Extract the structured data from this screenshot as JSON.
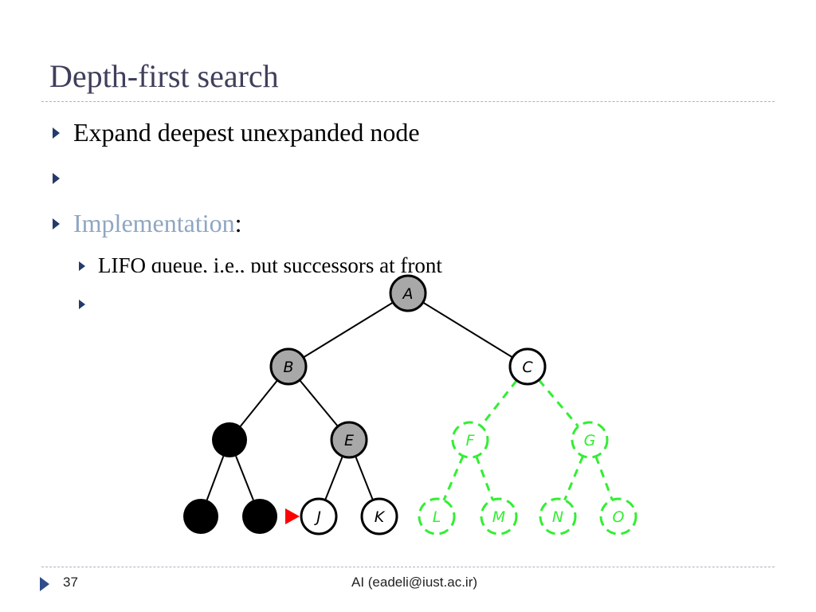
{
  "slide": {
    "title": "Depth-first search",
    "bullets": [
      {
        "text": "Expand deepest unexpanded node"
      },
      {
        "text": ""
      },
      {
        "accent_text": "Implementation",
        "text": ":"
      }
    ],
    "sub_bullets": [
      {
        "text": "LIFO queue, i.e., put successors at front"
      },
      {
        "text": ""
      }
    ],
    "footer": {
      "page_number": "37",
      "text": "AI (eadeli@iust.ac.ir)"
    }
  },
  "colors": {
    "title": "#3f3f5c",
    "bullet_arrow": "#243a6b",
    "accent": "#8fa6c2",
    "expanded": "#a8a8a8",
    "fringe": "#ffffff",
    "removed": "#000000",
    "unexplored": "#33ee33",
    "marker": "#ff0000"
  },
  "tree": {
    "nodes": [
      {
        "id": "A",
        "label": "A",
        "state": "expanded"
      },
      {
        "id": "B",
        "label": "B",
        "state": "expanded"
      },
      {
        "id": "C",
        "label": "C",
        "state": "fringe"
      },
      {
        "id": "D",
        "label": "",
        "state": "removed"
      },
      {
        "id": "E",
        "label": "E",
        "state": "expanded"
      },
      {
        "id": "F",
        "label": "F",
        "state": "unexplored"
      },
      {
        "id": "G",
        "label": "G",
        "state": "unexplored"
      },
      {
        "id": "H",
        "label": "",
        "state": "removed"
      },
      {
        "id": "I",
        "label": "",
        "state": "removed"
      },
      {
        "id": "J",
        "label": "J",
        "state": "fringe",
        "marked": true
      },
      {
        "id": "K",
        "label": "K",
        "state": "fringe"
      },
      {
        "id": "L",
        "label": "L",
        "state": "unexplored"
      },
      {
        "id": "M",
        "label": "M",
        "state": "unexplored"
      },
      {
        "id": "N",
        "label": "N",
        "state": "unexplored"
      },
      {
        "id": "O",
        "label": "O",
        "state": "unexplored"
      }
    ],
    "edges": [
      {
        "from": "A",
        "to": "B",
        "state": "solid"
      },
      {
        "from": "A",
        "to": "C",
        "state": "solid"
      },
      {
        "from": "B",
        "to": "D",
        "state": "solid"
      },
      {
        "from": "B",
        "to": "E",
        "state": "solid"
      },
      {
        "from": "C",
        "to": "F",
        "state": "unexplored"
      },
      {
        "from": "C",
        "to": "G",
        "state": "unexplored"
      },
      {
        "from": "D",
        "to": "H",
        "state": "solid"
      },
      {
        "from": "D",
        "to": "I",
        "state": "solid"
      },
      {
        "from": "E",
        "to": "J",
        "state": "solid"
      },
      {
        "from": "E",
        "to": "K",
        "state": "solid"
      },
      {
        "from": "F",
        "to": "L",
        "state": "unexplored"
      },
      {
        "from": "F",
        "to": "M",
        "state": "unexplored"
      },
      {
        "from": "G",
        "to": "N",
        "state": "unexplored"
      },
      {
        "from": "G",
        "to": "O",
        "state": "unexplored"
      }
    ]
  }
}
